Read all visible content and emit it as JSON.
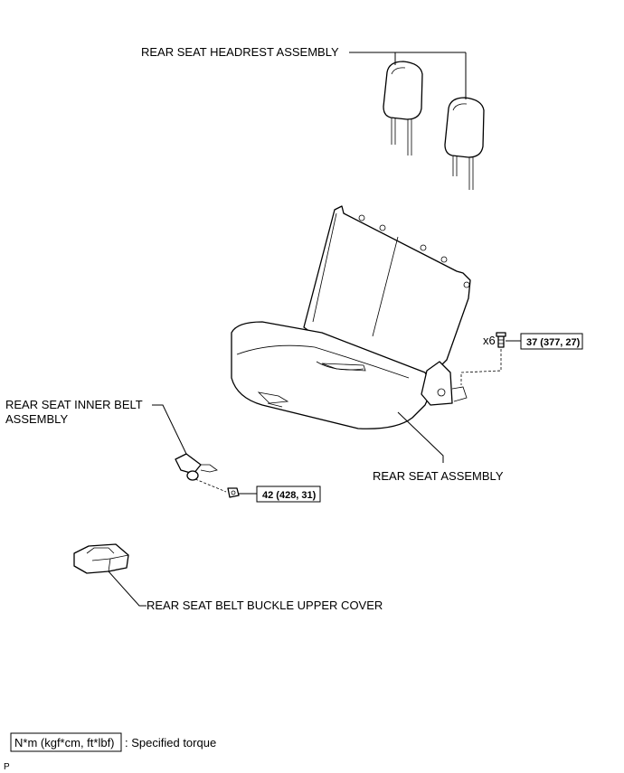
{
  "labels": {
    "headrest": "REAR SEAT HEADREST ASSEMBLY",
    "seat": "REAR SEAT ASSEMBLY",
    "inner_belt_line1": "REAR SEAT INNER BELT",
    "inner_belt_line2": "ASSEMBLY",
    "buckle_cover": "REAR SEAT BELT BUCKLE UPPER COVER"
  },
  "torques": {
    "seat_bolt": "37 (377, 27)",
    "seat_bolt_qty": "x6",
    "belt_bolt": "42 (428, 31)"
  },
  "legend": {
    "unit_box": "N*m (kgf*cm, ft*lbf)",
    "description": ": Specified torque"
  },
  "corner_mark": "P"
}
